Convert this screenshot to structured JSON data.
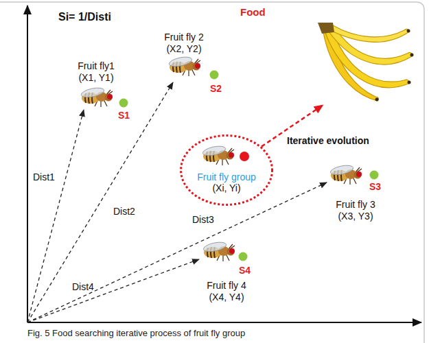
{
  "diagram": {
    "caption": "Fig. 5 Food searching iterative process of fruit fly group",
    "nodes": [
      {
        "text": [
          "Food"
        ]
      },
      {
        "text": [
          "Fruit fly group",
          "(Xi, Yi)"
        ]
      }
    ],
    "edges": [
      {
        "from": 1,
        "to": 0,
        "arrow": "to",
        "label": "Iterative evolution"
      }
    ],
    "labels": [
      "Si= 1/Disti",
      "Fruit fly 2",
      "(X2, Y2)",
      "Fruit fly1",
      "(X1, Y1)",
      "S2",
      "S1",
      "Dist1",
      "S3",
      "Fruit fly 3",
      "Dist2",
      "(X3, Y3)",
      "Dist3",
      "S4",
      "Dist4",
      "Fruit fly 4",
      "(X4, Y4)"
    ]
  }
}
